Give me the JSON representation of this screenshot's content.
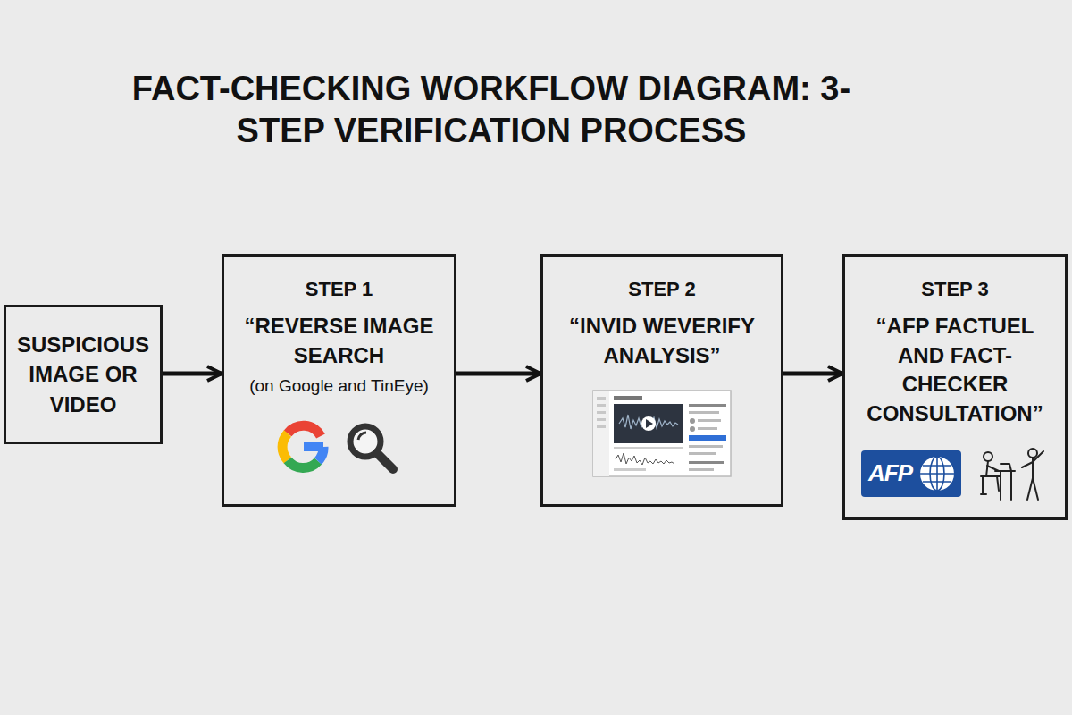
{
  "diagram": {
    "title": "FACT-CHECKING WORKFLOW DIAGRAM: 3-STEP VERIFICATION PROCESS",
    "nodes": [
      {
        "text": [
          "SUSPICIOUS IMAGE OR VIDEO"
        ]
      },
      {
        "text": [
          "STEP 1",
          "“REVERSE IMAGE SEARCH",
          "(on Google and TinEye)"
        ]
      },
      {
        "text": [
          "STEP 2",
          "“INVID WEVERIFY ANALYSIS”"
        ]
      },
      {
        "text": [
          "STEP 3",
          "“AFP FACTUEL AND FACT-CHECKER CONSULTATION”"
        ]
      }
    ],
    "edges": [
      {
        "from": 0,
        "to": 1,
        "arrow": "to"
      },
      {
        "from": 1,
        "to": 2,
        "arrow": "to"
      },
      {
        "from": 2,
        "to": 3,
        "arrow": "to"
      }
    ],
    "labels": [
      "AFP"
    ]
  }
}
